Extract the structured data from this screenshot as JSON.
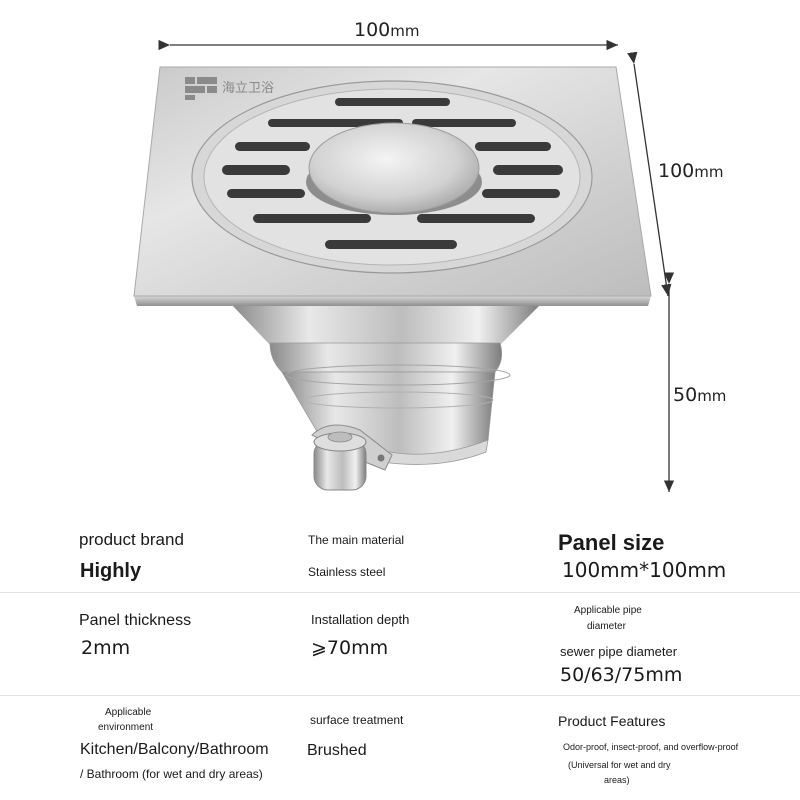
{
  "dimensions": {
    "width": {
      "num": "100",
      "unit": "mm"
    },
    "height": {
      "num": "100",
      "unit": "mm"
    },
    "depth": {
      "num": "50",
      "unit": "mm"
    }
  },
  "product": {
    "logo_icon": "grid-logo-icon",
    "logo_text": "海立卫浴"
  },
  "specs": {
    "brand_label": "product brand",
    "brand_value": "Highly",
    "material_label": "The main material",
    "material_value": "Stainless steel",
    "panel_size_label": "Panel size",
    "panel_size_value": "100mm*100mm",
    "thickness_label": "Panel thickness",
    "thickness_value": "2mm",
    "install_label": "Installation depth",
    "install_value": "⩾70mm",
    "pipe_label_line1": "Applicable pipe",
    "pipe_label_line2": "diameter",
    "sewer_label": "sewer pipe diameter",
    "sewer_value": "50/63/75mm",
    "env_label_line1": "Applicable",
    "env_label_line2": "environment",
    "env_value_line1": "Kitchen/Balcony/Bathroom",
    "env_value_line2": "/ Bathroom (for wet and dry areas)",
    "surface_label": "surface treatment",
    "surface_value": "Brushed",
    "features_label": "Product Features",
    "features_line1": "Odor-proof, insect-proof, and overflow-proof",
    "features_line2": "(Universal for wet and dry",
    "features_line3": "areas)"
  }
}
